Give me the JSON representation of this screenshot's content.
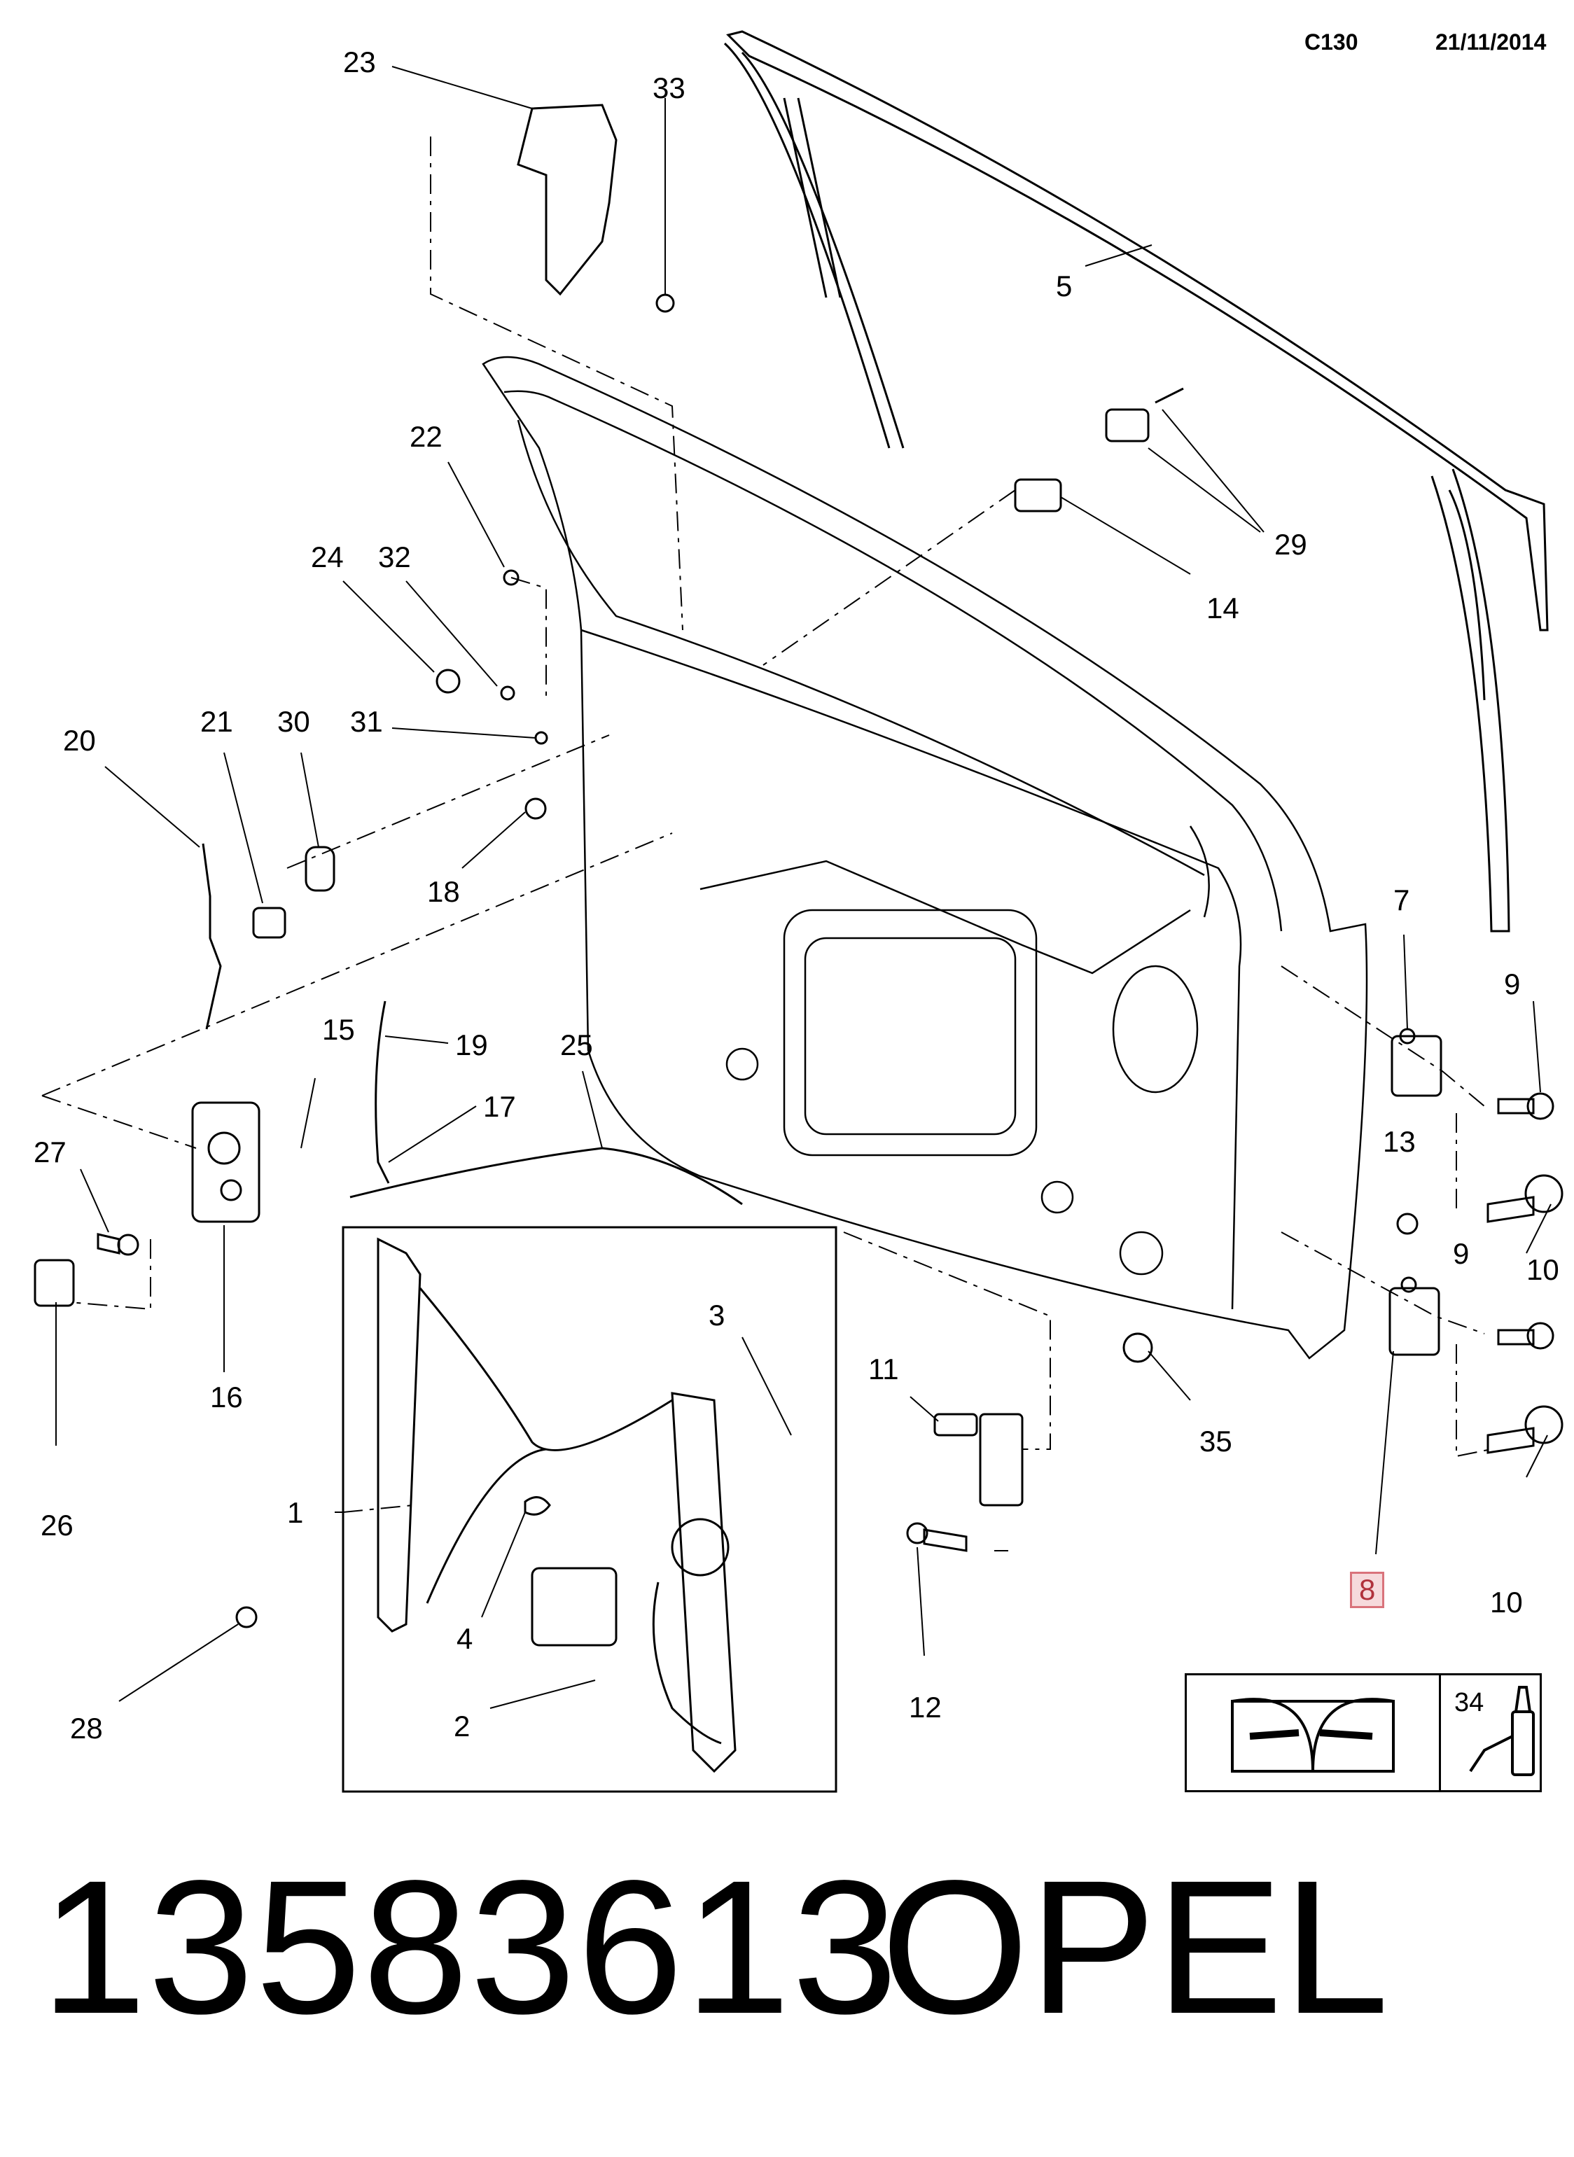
{
  "header": {
    "code": "C130",
    "date": "21/11/2014"
  },
  "callouts": {
    "c1": "1",
    "c2": "2",
    "c3": "3",
    "c4": "4",
    "c5": "5",
    "c7": "7",
    "c8": "8",
    "c9a": "9",
    "c9b": "9",
    "c10a": "10",
    "c10b": "10",
    "c11": "11",
    "c12": "12",
    "c13": "13",
    "c14": "14",
    "c15": "15",
    "c16": "16",
    "c17": "17",
    "c18": "18",
    "c19": "19",
    "c20": "20",
    "c21": "21",
    "c22": "22",
    "c23": "23",
    "c24": "24",
    "c25": "25",
    "c26": "26",
    "c27": "27",
    "c28": "28",
    "c29": "29",
    "c30": "30",
    "c31": "31",
    "c32": "32",
    "c33": "33",
    "c35": "35"
  },
  "legend": {
    "ref": "34",
    "manual_icon": "service-manual-icon",
    "sealant_icon": "sealant-bottle-icon"
  },
  "footer": {
    "part_number": "13583613",
    "brand": "OPEL"
  },
  "highlight_color": "#d9737b"
}
